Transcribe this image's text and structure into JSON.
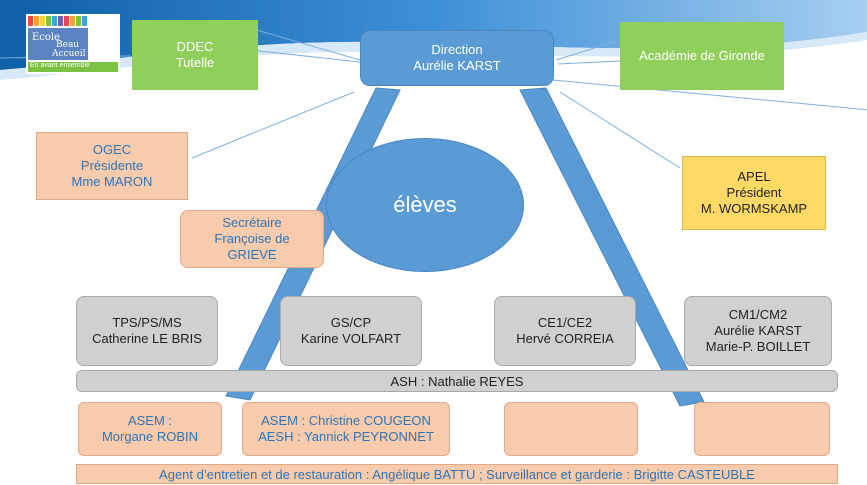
{
  "diagram": {
    "logo": {
      "line1": "Ecole",
      "line2": "Beau",
      "line3": "Accueil",
      "tagline": "En avant ensemble"
    },
    "ddec": {
      "line1": "DDEC",
      "line2": "Tutelle"
    },
    "direction": {
      "line1": "Direction",
      "line2": "Aurélie KARST"
    },
    "academie": {
      "label": "Académie de Gironde"
    },
    "ogec": {
      "line1": "OGEC",
      "line2": "Présidente",
      "line3": "Mme MARON"
    },
    "apel": {
      "line1": "APEL",
      "line2": "Président",
      "line3": "M. WORMSKAMP"
    },
    "center": {
      "label": "élèves"
    },
    "secretaire": {
      "line1": "Secrétaire",
      "line2": "Françoise de",
      "line3": "GRIEVE"
    },
    "classes": [
      {
        "line1": "TPS/PS/MS",
        "line2": "Catherine LE BRIS",
        "line3": ""
      },
      {
        "line1": "GS/CP",
        "line2": "Karine VOLFART",
        "line3": ""
      },
      {
        "line1": "CE1/CE2",
        "line2": "Hervé CORREIA",
        "line3": ""
      },
      {
        "line1": "CM1/CM2",
        "line2": "Aurélie KARST",
        "line3": "Marie-P. BOILLET"
      }
    ],
    "ash": {
      "label": "ASH : Nathalie REYES"
    },
    "staff": [
      {
        "line1": "ASEM :",
        "line2": "Morgane ROBIN"
      },
      {
        "line1": "ASEM : Christine COUGEON",
        "line2": "AESH : Yannick PEYRONNET"
      },
      {
        "line1": "",
        "line2": ""
      },
      {
        "line1": "",
        "line2": ""
      }
    ],
    "agent": {
      "label": "Agent d’entretien et de restauration : Angélique BATTU ; Surveillance et garderie : Brigitte CASTEUBLE"
    }
  },
  "colors": {
    "header_gradient": "#1d6fb8",
    "green": "#8fcf5a",
    "blue": "#5b9bd5",
    "peach": "#f8cbad",
    "yellow": "#ffd966",
    "grey": "#d0d0d0",
    "peach_text": "#2e75b6"
  }
}
